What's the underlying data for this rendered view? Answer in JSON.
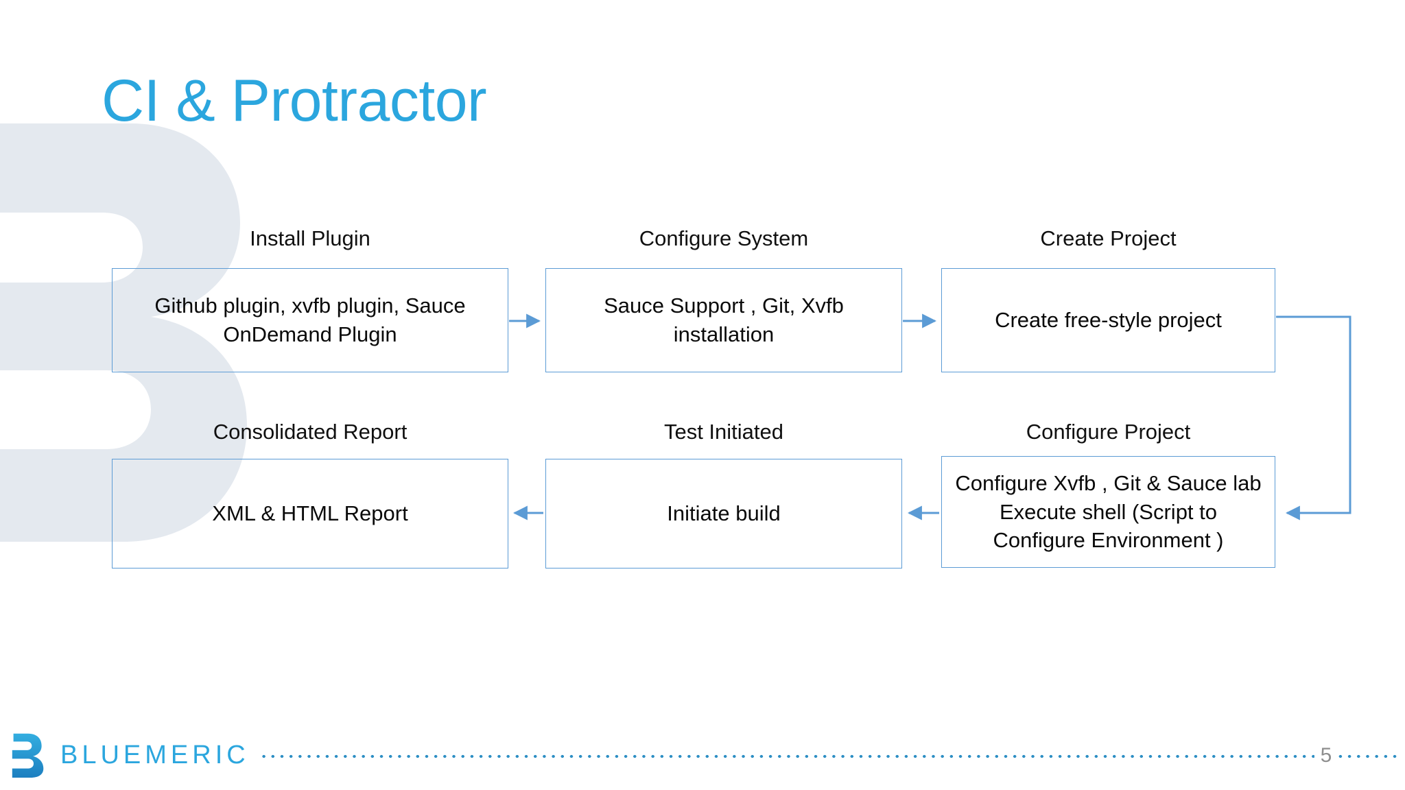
{
  "slide": {
    "title": "CI & Protractor",
    "page_number": "5",
    "title_color": "#2BA6DE",
    "box_border_color": "#5B9BD5",
    "connector_color": "#5B9BD5",
    "watermark_color": "#E3E8EE"
  },
  "flow": {
    "nodes": [
      {
        "label": "Install Plugin",
        "text": "Github plugin, xvfb plugin, Sauce OnDemand Plugin"
      },
      {
        "label": "Configure System",
        "text": "Sauce Support , Git, Xvfb installation"
      },
      {
        "label": "Create Project",
        "text": "Create free-style project"
      },
      {
        "label": "Configure Project",
        "text": "Configure Xvfb , Git & Sauce lab Execute shell (Script to Configure Environment )"
      },
      {
        "label": "Test Initiated",
        "text": "Initiate build"
      },
      {
        "label": "Consolidated Report",
        "text": "XML & HTML Report"
      }
    ]
  },
  "footer": {
    "brand": "BLUEMERIC",
    "brand_color": "#2BA6DE",
    "dots_color": "#2E8FC4"
  }
}
